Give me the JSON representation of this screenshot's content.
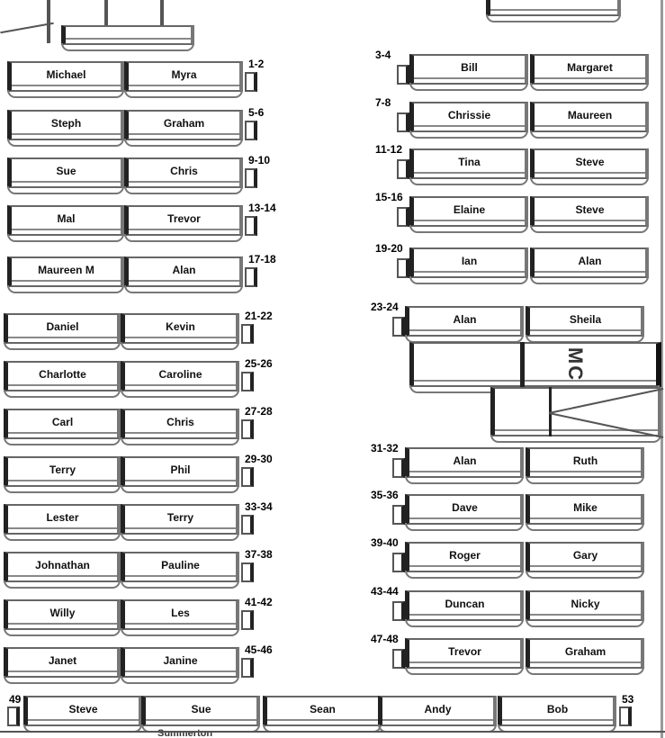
{
  "left_tables": [
    {
      "label": "1-2",
      "seats": [
        "Michael",
        "Myra"
      ]
    },
    {
      "label": "5-6",
      "seats": [
        "Steph",
        "Graham"
      ]
    },
    {
      "label": "9-10",
      "seats": [
        "Sue",
        "Chris"
      ]
    },
    {
      "label": "13-14",
      "seats": [
        "Mal",
        "Trevor"
      ]
    },
    {
      "label": "17-18",
      "seats": [
        "Maureen M",
        "Alan"
      ]
    },
    {
      "label": "21-22",
      "seats": [
        "Daniel",
        "Kevin"
      ]
    },
    {
      "label": "25-26",
      "seats": [
        "Charlotte",
        "Caroline"
      ]
    },
    {
      "label": "27-28",
      "seats": [
        "Carl",
        "Chris"
      ]
    },
    {
      "label": "29-30",
      "seats": [
        "Terry",
        "Phil"
      ]
    },
    {
      "label": "33-34",
      "seats": [
        "Lester",
        "Terry"
      ]
    },
    {
      "label": "37-38",
      "seats": [
        "Johnathan",
        "Pauline"
      ]
    },
    {
      "label": "41-42",
      "seats": [
        "Willy",
        "Les"
      ]
    },
    {
      "label": "45-46",
      "seats": [
        "Janet",
        "Janine"
      ]
    }
  ],
  "right_tables": [
    {
      "label": "3-4",
      "seats": [
        "Bill",
        "Margaret"
      ]
    },
    {
      "label": "7-8",
      "seats": [
        "Chrissie",
        "Maureen"
      ]
    },
    {
      "label": "11-12",
      "seats": [
        "Tina",
        "Steve"
      ]
    },
    {
      "label": "15-16",
      "seats": [
        "Elaine",
        "Steve"
      ]
    },
    {
      "label": "19-20",
      "seats": [
        "Ian",
        "Alan"
      ]
    },
    {
      "label": "23-24",
      "seats": [
        "Alan",
        "Sheila"
      ]
    },
    {
      "label": "31-32",
      "seats": [
        "Alan",
        "Ruth"
      ]
    },
    {
      "label": "35-36",
      "seats": [
        "Dave",
        "Mike"
      ]
    },
    {
      "label": "39-40",
      "seats": [
        "Roger",
        "Gary"
      ]
    },
    {
      "label": "43-44",
      "seats": [
        "Duncan",
        "Nicky"
      ]
    },
    {
      "label": "47-48",
      "seats": [
        "Trevor",
        "Graham"
      ]
    }
  ],
  "bottom_row": {
    "start_label": "49",
    "end_label": "53",
    "seats": [
      "Steve",
      "Sue",
      "Sean",
      "Andy",
      "Bob"
    ],
    "subtext": "Summerton"
  },
  "mc_label": "MC"
}
